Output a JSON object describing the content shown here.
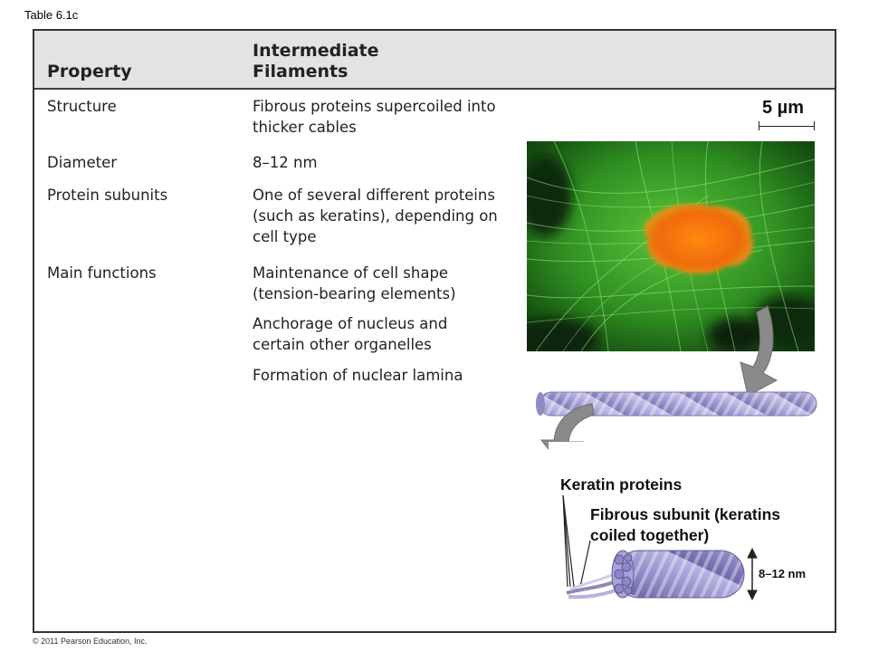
{
  "table_label": "Table 6.1c",
  "table": {
    "headers": {
      "property": "Property",
      "filaments_line1": "Intermediate",
      "filaments_line2": "Filaments"
    },
    "rows": [
      {
        "property": "Structure",
        "lines": [
          "Fibrous proteins supercoiled into",
          "thicker cables"
        ]
      },
      {
        "property": "Diameter",
        "lines": [
          "8–12 nm"
        ]
      },
      {
        "property": "Protein subunits",
        "lines": [
          "One of several different proteins",
          "(such as keratins), depending on",
          "cell type"
        ]
      },
      {
        "property": "Main functions",
        "lines": [
          "Maintenance of cell shape",
          "(tension-bearing elements)"
        ]
      },
      {
        "property": "",
        "lines": [
          "Anchorage of nucleus and",
          "certain other organelles"
        ]
      },
      {
        "property": "",
        "lines": [
          "Formation of nuclear lamina"
        ]
      }
    ]
  },
  "figure": {
    "scale_bar_label": "5 µm",
    "keratin_label": "Keratin proteins",
    "fibrous_line1": "Fibrous subunit (keratins",
    "fibrous_line2": "coiled together)",
    "diameter_label": "8–12 nm"
  },
  "colors": {
    "header_band": "#e3e3e3",
    "micrograph_green": "#3fa52a",
    "nucleus_orange": "#f07a10",
    "filament_purple": "#a9a6d6",
    "arrow_gray": "#8a8a8a"
  },
  "copyright": "© 2011 Pearson Education, Inc."
}
